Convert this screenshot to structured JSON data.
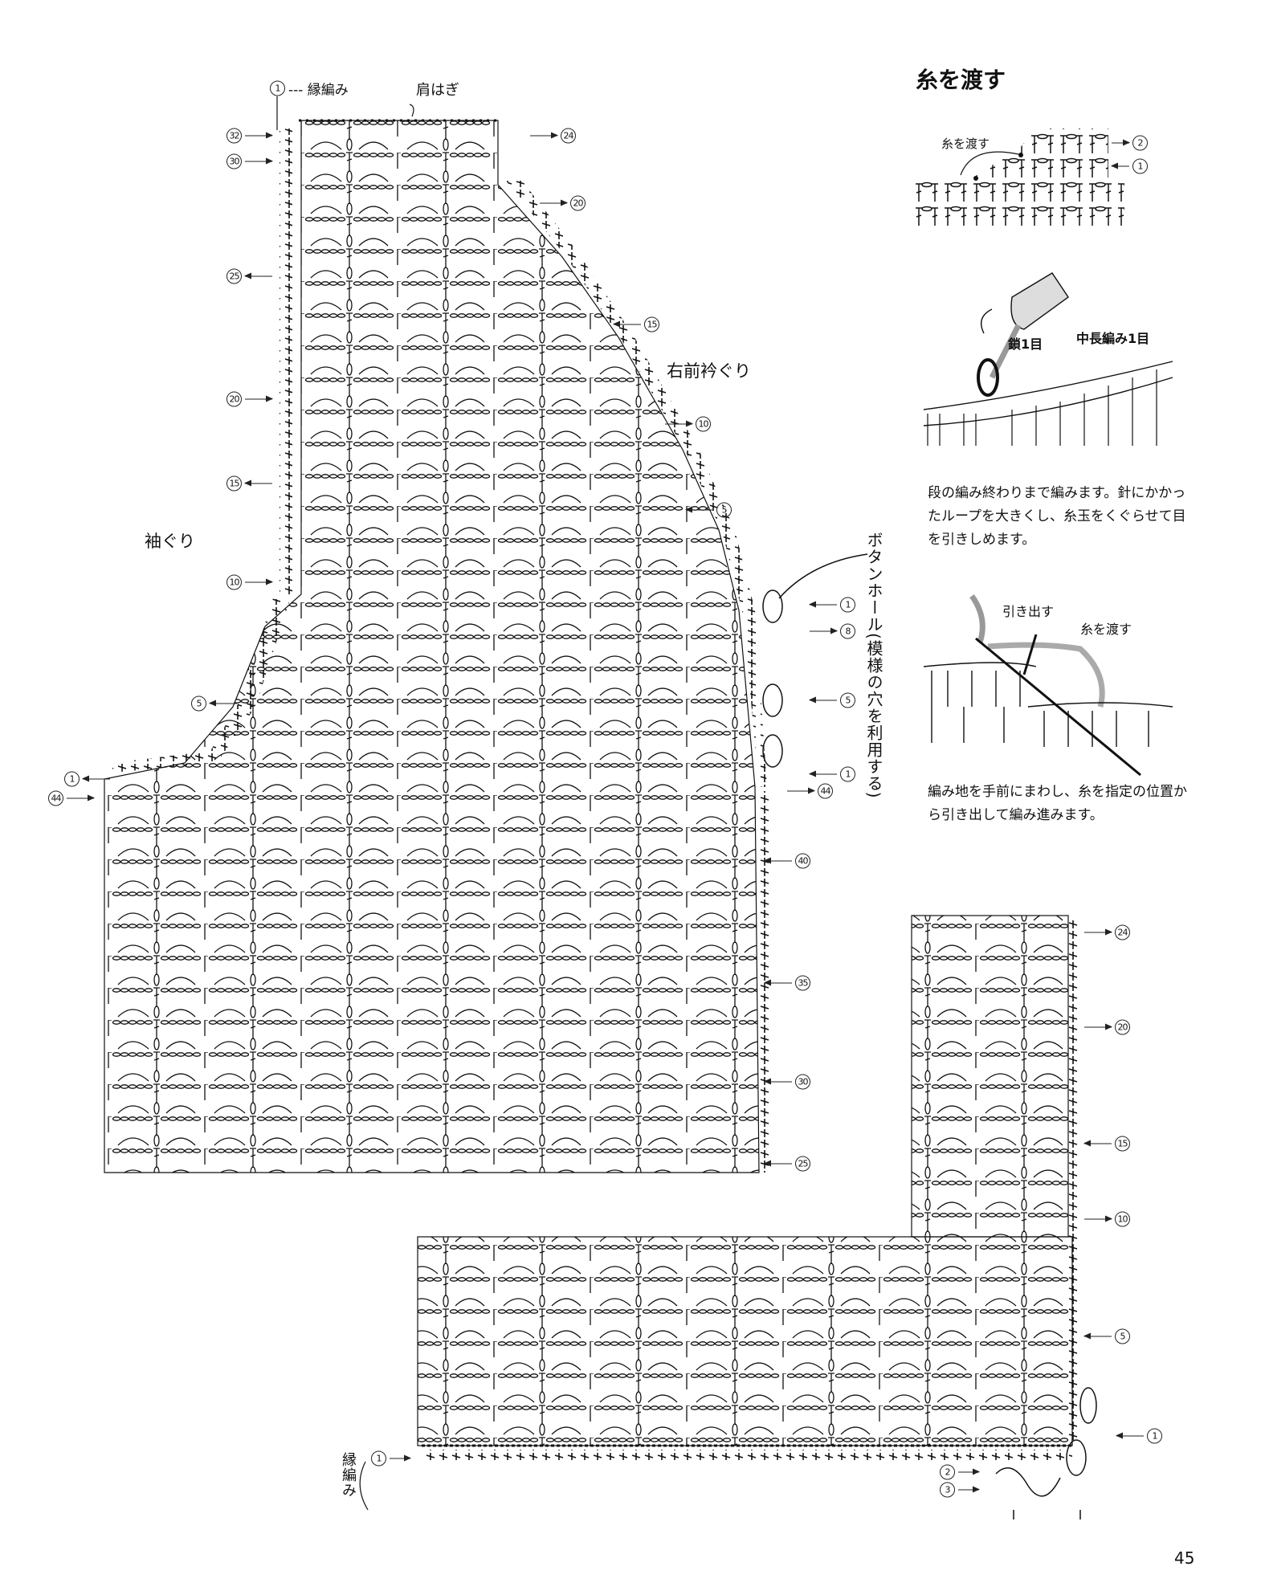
{
  "chart_labels": {
    "edge_note_num": "1",
    "edge_note": "--- 縁編み",
    "shoulder": "肩はぎ",
    "neckline": "右前衿ぐり",
    "armhole": "袖ぐり",
    "buttonhole": "ボタンホール(模様の穴を利用する)",
    "bottom_edge": "縁編み"
  },
  "row_labels": {
    "left": [
      "32",
      "30",
      "25",
      "20",
      "15",
      "10",
      "5",
      "1",
      "44"
    ],
    "right_upper": [
      "24",
      "20",
      "15",
      "10",
      "5"
    ],
    "buttonhole": [
      "1",
      "8",
      "5",
      "1",
      "44"
    ],
    "right_lower": [
      "40",
      "35",
      "30",
      "25"
    ],
    "side_piece": [
      "24",
      "20",
      "15",
      "10",
      "5",
      "1"
    ],
    "bottom": [
      "1",
      "2",
      "3"
    ]
  },
  "technique": {
    "title": "糸を渡す",
    "chart_label": "糸を渡す",
    "chart_rows": [
      "2",
      "1"
    ],
    "fig1_label_chain": "鎖1目",
    "fig1_label_hdc": "中長編み1目",
    "note1": "段の編み終わりまで編みます。針にかかったループを大きくし、糸玉をくぐらせて目を引きしめます。",
    "fig2_label_pull": "引き出す",
    "fig2_label_carry": "糸を渡す",
    "note2": "編み地を手前にまわし、糸を指定の位置から引き出して編み進みます。"
  },
  "page_number": "45",
  "colors": {
    "ink": "#111111",
    "yarn_shade": "#bdbdbd"
  }
}
